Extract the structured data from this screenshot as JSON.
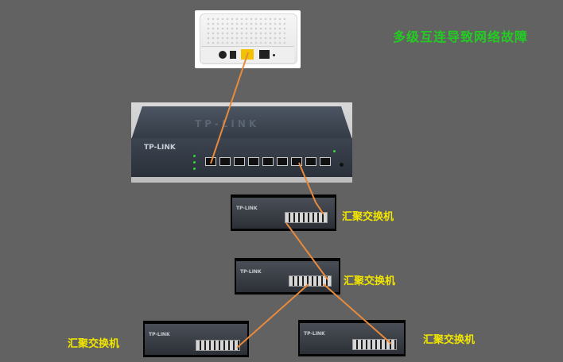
{
  "diagram": {
    "title": "多级互连导致网络故障",
    "labels": {
      "agg_switch_1": "汇聚交换机",
      "agg_switch_2": "汇聚交换机",
      "agg_switch_3": "汇聚交换机",
      "agg_switch_4": "汇聚交换机"
    },
    "devices": {
      "router_brand": "TP-LINK",
      "router_lid_brand": "TP-LINK",
      "switch_brand": "TP-LINK"
    },
    "colors": {
      "background": "#626262",
      "title": "#22cc22",
      "labels": "#f2e600",
      "cable": "#e88a3c"
    }
  }
}
